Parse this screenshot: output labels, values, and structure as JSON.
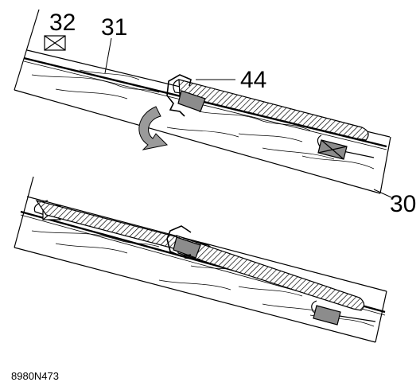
{
  "callouts": {
    "c32": "32",
    "c31": "31",
    "c44": "44",
    "c30": "30"
  },
  "figure_code": "8980N473",
  "colors": {
    "ink": "#000000",
    "tile_fill": "#8c8c8c",
    "arrow_fill": "#9a9a9a",
    "paper": "#ffffff"
  }
}
